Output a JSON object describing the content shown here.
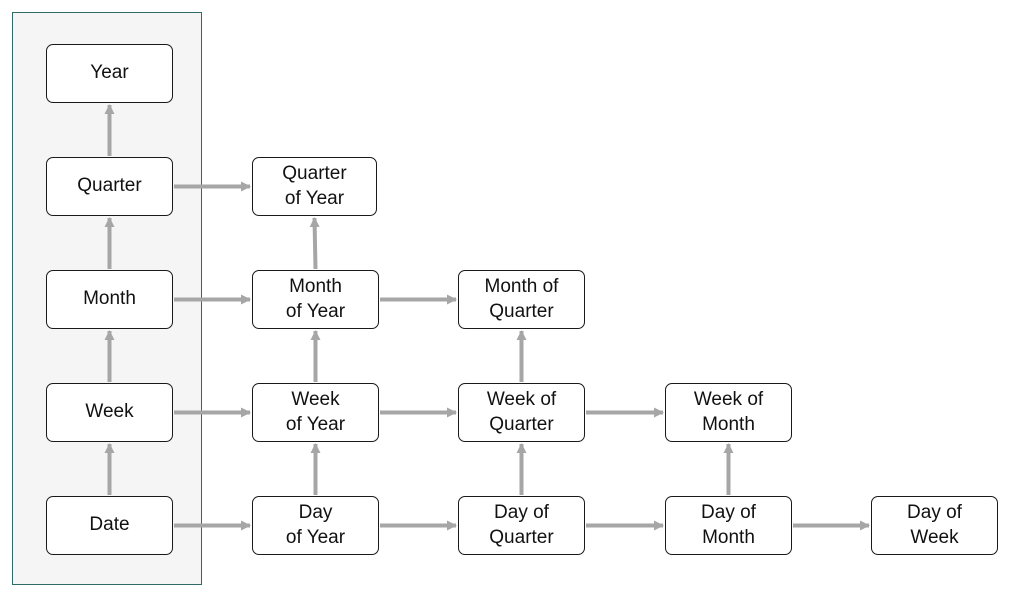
{
  "colors": {
    "arrow": "#a6a6a6",
    "panel_border": "#2e6b66",
    "panel_fill": "#f5f5f5",
    "node_border": "#1a1a1a"
  },
  "nodes": {
    "year": "Year",
    "quarter": "Quarter",
    "month": "Month",
    "week": "Week",
    "date": "Date",
    "quarter_of_year": {
      "line1": "Quarter",
      "line2": "of Year"
    },
    "month_of_year": {
      "line1": "Month",
      "line2": "of Year"
    },
    "week_of_year": {
      "line1": "Week",
      "line2": "of Year"
    },
    "day_of_year": {
      "line1": "Day",
      "line2": "of Year"
    },
    "month_of_quarter": {
      "line1": "Month of",
      "line2": "Quarter"
    },
    "week_of_quarter": {
      "line1": "Week of",
      "line2": "Quarter"
    },
    "day_of_quarter": {
      "line1": "Day of",
      "line2": "Quarter"
    },
    "week_of_month": {
      "line1": "Week of",
      "line2": "Month"
    },
    "day_of_month": {
      "line1": "Day of",
      "line2": "Month"
    },
    "day_of_week": {
      "line1": "Day of",
      "line2": "Week"
    }
  },
  "edges": [
    {
      "from": "quarter",
      "to": "year"
    },
    {
      "from": "month",
      "to": "quarter"
    },
    {
      "from": "week",
      "to": "month"
    },
    {
      "from": "date",
      "to": "week"
    },
    {
      "from": "quarter",
      "to": "quarter_of_year"
    },
    {
      "from": "month",
      "to": "month_of_year"
    },
    {
      "from": "week",
      "to": "week_of_year"
    },
    {
      "from": "date",
      "to": "day_of_year"
    },
    {
      "from": "month_of_year",
      "to": "quarter_of_year"
    },
    {
      "from": "week_of_year",
      "to": "month_of_year"
    },
    {
      "from": "day_of_year",
      "to": "week_of_year"
    },
    {
      "from": "month_of_year",
      "to": "month_of_quarter"
    },
    {
      "from": "week_of_year",
      "to": "week_of_quarter"
    },
    {
      "from": "day_of_year",
      "to": "day_of_quarter"
    },
    {
      "from": "week_of_quarter",
      "to": "month_of_quarter"
    },
    {
      "from": "day_of_quarter",
      "to": "week_of_quarter"
    },
    {
      "from": "week_of_quarter",
      "to": "week_of_month"
    },
    {
      "from": "day_of_quarter",
      "to": "day_of_month"
    },
    {
      "from": "day_of_month",
      "to": "week_of_month"
    },
    {
      "from": "day_of_month",
      "to": "day_of_week"
    }
  ]
}
